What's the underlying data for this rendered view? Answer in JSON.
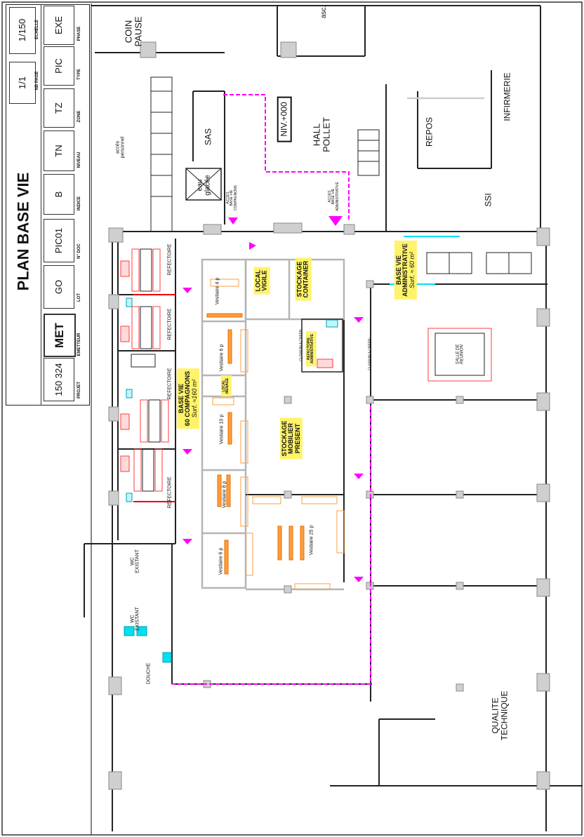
{
  "title_block": {
    "title": "PLAN BASE VIE",
    "nb_page": {
      "value": "1/1",
      "label": "NB PAGE"
    },
    "echelle": {
      "value": "1/150",
      "label": "ECHELLE"
    },
    "fields": [
      {
        "label": "PHASE",
        "value": "EXE"
      },
      {
        "label": "TYPE",
        "value": "PIC"
      },
      {
        "label": "ZONE",
        "value": "TZ"
      },
      {
        "label": "NIVEAU",
        "value": "TN"
      },
      {
        "label": "INDICE",
        "value": "B"
      },
      {
        "label": "N° DOC",
        "value": "PIC01"
      },
      {
        "label": "LOT",
        "value": "GO"
      },
      {
        "label": "EMETTEUR",
        "value": "MET"
      },
      {
        "label": "PROJET",
        "value": "150 324"
      }
    ]
  },
  "rooms": {
    "coin_pause": "COIN\nPAUSE",
    "sas": "SAS",
    "acces_personnel": "accès\npersonnel",
    "eau_glacee": "eau\nglacée",
    "asc": "asc.",
    "niveau": "NIV.+000",
    "hall": "HALL\nPOLLET",
    "repos": "REPOS",
    "infirmerie": "INFIRMERIE",
    "ssi": "SSI",
    "acces_compagnons": "ACCES\nBASE VIE\nCOMPAGNONS",
    "acces_admin": "ACCES\nBASE VIE\nADMINISTRATIVE",
    "refectoire": "REFECTOIRE",
    "base_vie_compagnons": "BASE VIE\n60 COMPAGNONS",
    "base_vie_compagnons_surf": "Surf. ≈160 m²",
    "local_vigile": "LOCAL\nVIGILE",
    "stockage_container": "STOCKAGE\nCONTAINER",
    "vestiaire_4": "Vestiaire 4 p",
    "vestiaire_6a": "Vestiaire 6 p",
    "local_menage": "LOCAL\nMENAGE",
    "vestiaire_10": "Vestiaire 10 p",
    "vestiaire_8": "Vestiaire 8 p",
    "vestiaire_6b": "Vestiaire 6 p",
    "vestiaire_25": "Vestiaire 25 p",
    "stockage_mobilier": "STOCKAGE\nMOBILIER\nPRESENT",
    "cloison_a_creer": "CLOISON A CREER",
    "refectoire_admin": "REFECTOIRE\nADMINISTRATIVE",
    "base_vie_admin": "BASE VIE\nADMINISTRATIVE",
    "base_vie_admin_surf": "Surf. ≈ 60 m²",
    "salle_reunion": "SALLE DE\nREUNION",
    "wc_existant": "WC\nEXISTANT",
    "douche": "DOUCHE",
    "qualite_technique": "QUALITE\nTECHNIQUE"
  },
  "colors": {
    "accent": "#ff00ff",
    "label_bg": "#fff36b",
    "furniture_red": "#ff3b3b",
    "furniture_orange": "#ff8c1a",
    "sanitary": "#00e0f0",
    "wall_fill": "#cfcfcf"
  }
}
